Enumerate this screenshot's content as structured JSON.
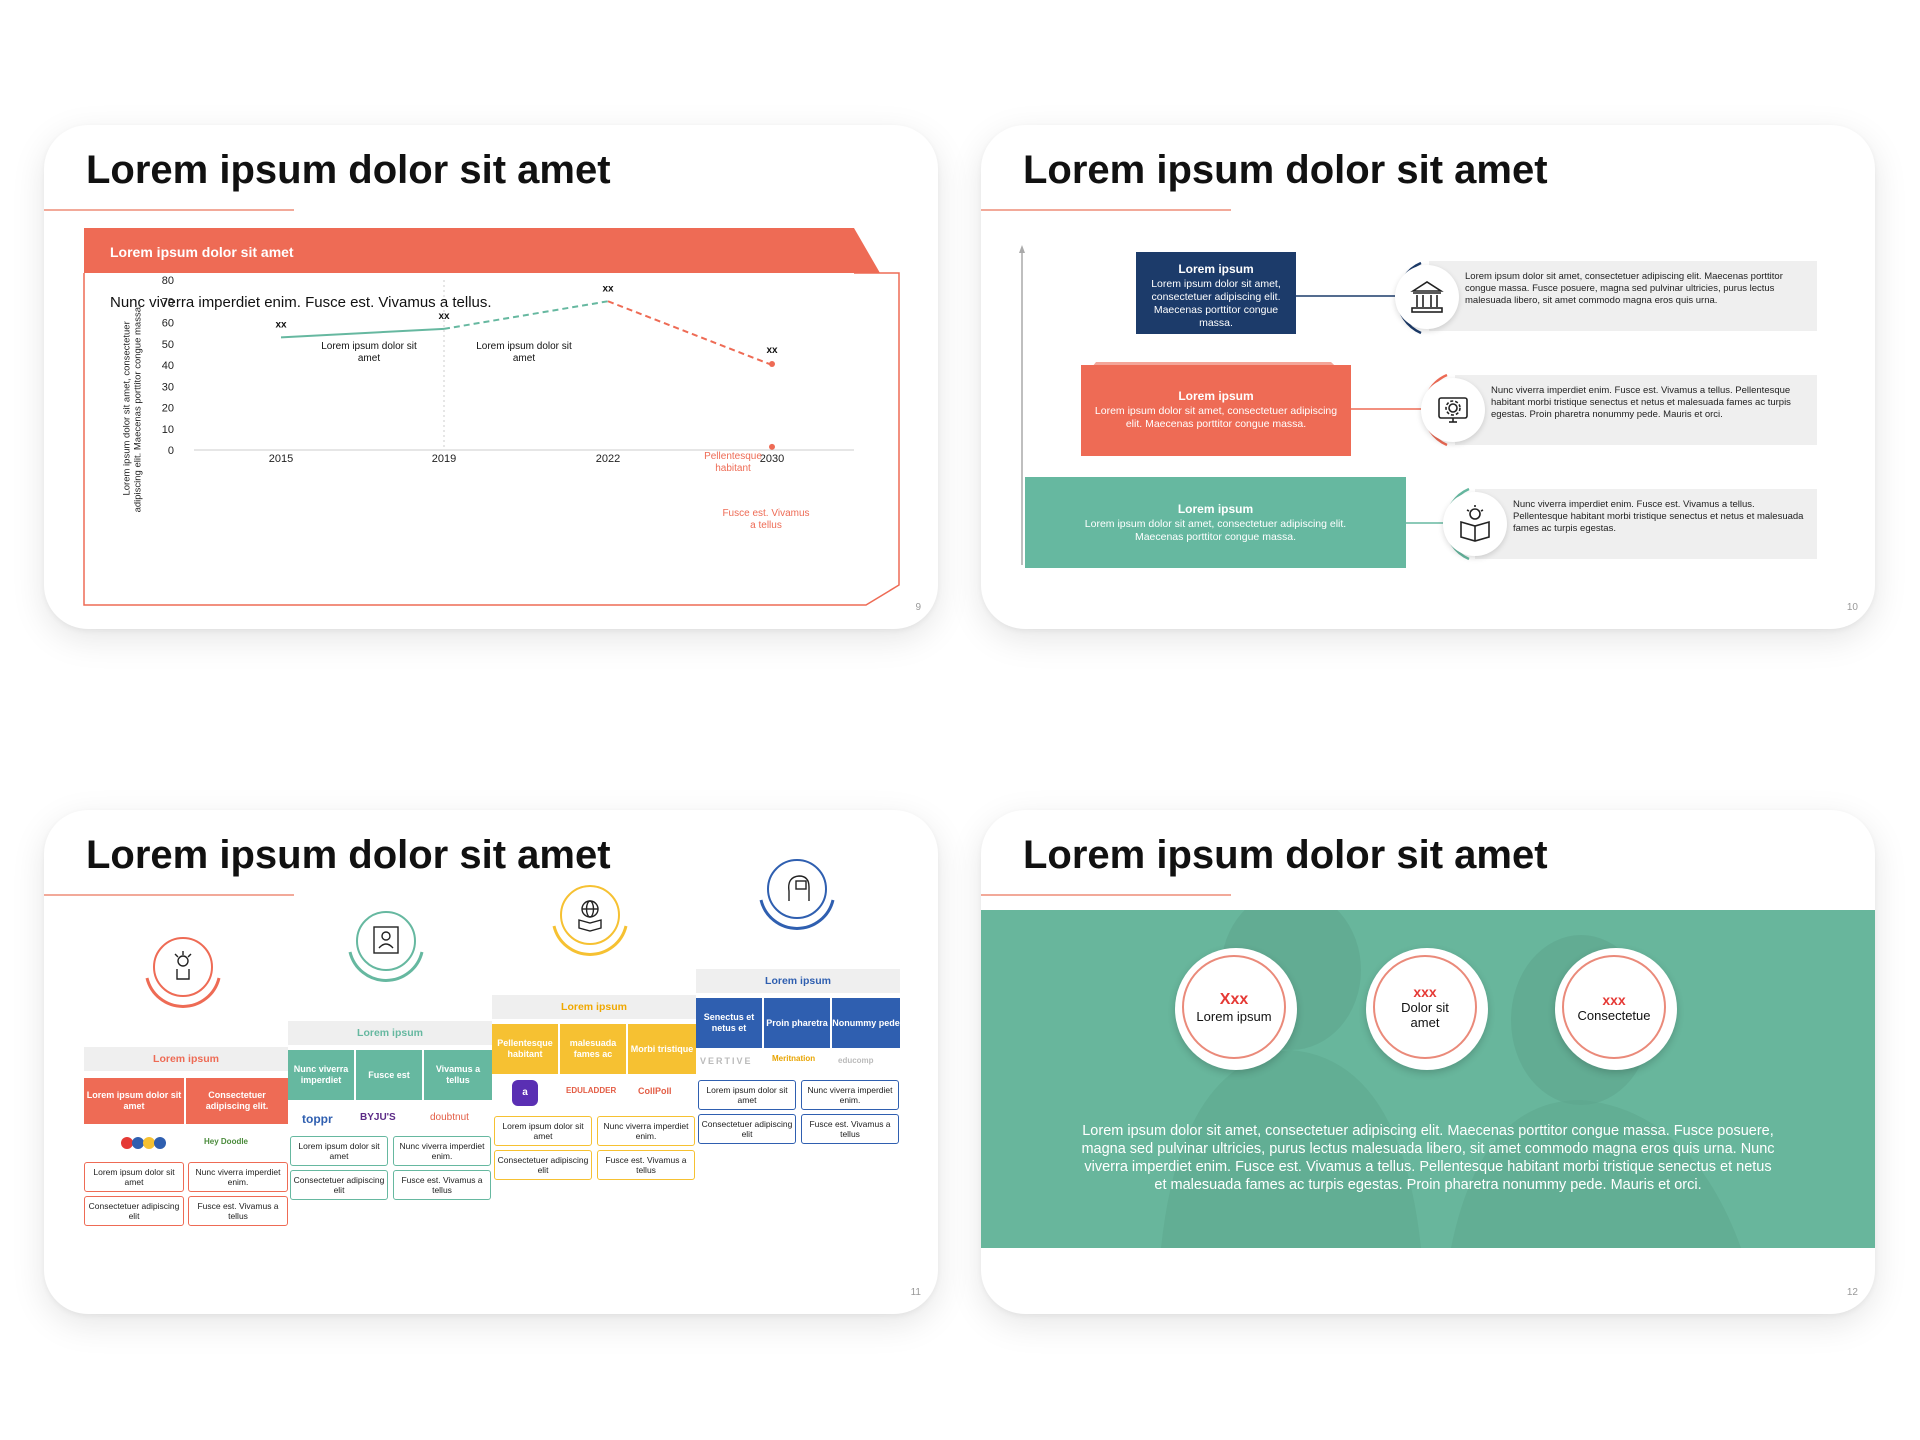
{
  "colors": {
    "coral": "#ee6b55",
    "teal": "#66b8a0",
    "yellow": "#f6c132",
    "navy": "#1c3b6a",
    "blue": "#2f5fb0",
    "red": "#e53935"
  },
  "slides": [
    {
      "title": "Lorem ipsum dolor sit amet",
      "page": "9",
      "banner": "Lorem ipsum dolor sit amet",
      "subtitle": "Nunc viverra imperdiet enim. Fusce est. Vivamus a tellus.",
      "annot1": "Lorem ipsum dolor sit amet",
      "annot2": "Lorem ipsum dolor sit amet",
      "annot3": "Pellentesque habitant",
      "annot4": "Fusce est. Vivamus a tellus",
      "chart_data": {
        "type": "line",
        "x": [
          "2015",
          "2019",
          "2022",
          "2030"
        ],
        "ylabel": "Lorem ipsum dolor sit amet, consectetuer adipiscing elit. Maecenas porttitor congue massa.",
        "ylim": [
          0,
          80
        ],
        "yticks": [
          "0",
          "10",
          "20",
          "30",
          "40",
          "50",
          "60",
          "70",
          "80"
        ],
        "series": [
          {
            "values": [
              53,
              57,
              70,
              40
            ]
          }
        ],
        "point_labels": [
          "xx",
          "xx",
          "xx",
          "xx"
        ],
        "segment_styles": [
          "solid",
          "dashed",
          "dashed"
        ],
        "grid": false
      }
    },
    {
      "title": "Lorem ipsum dolor sit amet",
      "page": "10",
      "steps": [
        {
          "head": "Lorem ipsum",
          "body": "Lorem ipsum dolor sit amet, consectetuer adipiscing elit. Maecenas porttitor congue massa.",
          "icon": "bank-icon",
          "desc": "Lorem ipsum dolor sit amet, consectetuer adipiscing elit. Maecenas porttitor congue massa. Fusce posuere, magna sed pulvinar ultricies, purus lectus malesuada libero, sit amet commodo magna eros quis urna."
        },
        {
          "head": "Lorem ipsum",
          "body": "Lorem ipsum dolor sit amet, consectetuer adipiscing elit. Maecenas porttitor congue massa.",
          "icon": "computer-settings-icon",
          "desc": "Nunc viverra imperdiet enim. Fusce est. Vivamus a tellus. Pellentesque habitant morbi tristique senectus et netus et malesuada fames ac turpis egestas. Proin pharetra nonummy pede. Mauris et orci."
        },
        {
          "head": "Lorem ipsum",
          "body": "Lorem ipsum dolor sit amet, consectetuer adipiscing elit. Maecenas porttitor congue massa.",
          "icon": "book-idea-icon",
          "desc": "Nunc viverra imperdiet enim. Fusce est. Vivamus a tellus. Pellentesque habitant morbi tristique senectus et netus et malesuada fames ac turpis egestas."
        }
      ]
    },
    {
      "title": "Lorem ipsum dolor sit amet",
      "page": "11",
      "columns": [
        {
          "header": "Lorem ipsum",
          "cells": [
            "Lorem ipsum dolor sit amet",
            "Consectetuer adipiscing elit."
          ],
          "logos": [
            "",
            "Hey Doodle"
          ],
          "boxes": [
            "Lorem ipsum dolor sit amet",
            "Nunc viverra imperdiet enim.",
            "Consectetuer adipiscing elit",
            "Fusce est. Vivamus a tellus"
          ]
        },
        {
          "header": "Lorem ipsum",
          "cells": [
            "Nunc viverra imperdiet",
            "Fusce est",
            "Vivamus a tellus"
          ],
          "logos": [
            "toppr",
            "BYJU'S",
            "doubtnut"
          ],
          "boxes": [
            "Lorem ipsum dolor sit amet",
            "Nunc viverra imperdiet enim.",
            "Consectetuer adipiscing elit",
            "Fusce est. Vivamus a tellus"
          ]
        },
        {
          "header": "Lorem ipsum",
          "cells": [
            "Pellentesque habitant",
            "malesuada fames ac",
            "Morbi tristique"
          ],
          "logos": [
            "a",
            "EDULADDER",
            "CollPoll"
          ],
          "boxes": [
            "Lorem ipsum dolor sit amet",
            "Nunc viverra imperdiet enim.",
            "Consectetuer adipiscing elit",
            "Fusce est. Vivamus a tellus"
          ]
        },
        {
          "header": "Lorem ipsum",
          "cells": [
            "Senectus et netus et",
            "Proin pharetra",
            "Nonummy pede"
          ],
          "logos": [
            "VERTIVE",
            "Meritnation",
            "educomp"
          ],
          "boxes": [
            "Lorem ipsum dolor sit amet",
            "Nunc viverra imperdiet enim.",
            "Consectetuer adipiscing elit",
            "Fusce est. Vivamus a tellus"
          ]
        }
      ]
    },
    {
      "title": "Lorem ipsum dolor sit amet",
      "page": "12",
      "circles": [
        {
          "top": "Xxx",
          "bottom": "Lorem ipsum"
        },
        {
          "top": "xxx",
          "bottom": "Dolor sit amet"
        },
        {
          "top": "xxx",
          "bottom": "Consectetue"
        }
      ],
      "paragraph": "Lorem ipsum dolor sit amet, consectetuer adipiscing elit. Maecenas porttitor congue massa. Fusce posuere, magna sed pulvinar ultricies, purus lectus malesuada libero, sit amet commodo magna eros quis urna. Nunc viverra imperdiet enim. Fusce est. Vivamus a tellus. Pellentesque habitant morbi tristique senectus et netus et malesuada fames ac turpis egestas. Proin pharetra nonummy pede. Mauris et orci."
    }
  ]
}
